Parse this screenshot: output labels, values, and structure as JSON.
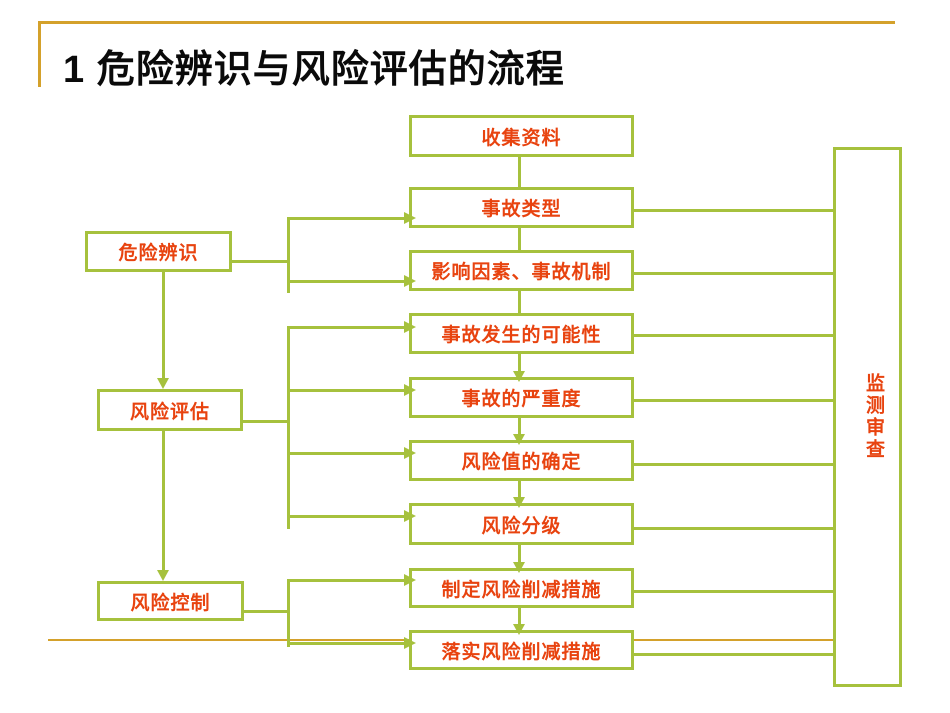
{
  "title": "1 危险辨识与风险评估的流程",
  "colors": {
    "line_green": "#a6c13d",
    "accent_gold": "#d4a12b",
    "text_red": "#e8430f",
    "title_black": "#0a0a0a",
    "background": "#ffffff"
  },
  "left_column": [
    {
      "label": "危险辨识"
    },
    {
      "label": "风险评估"
    },
    {
      "label": "风险控制"
    }
  ],
  "process_column": [
    {
      "label": "收集资料"
    },
    {
      "label": "事故类型"
    },
    {
      "label": "影响因素、事故机制"
    },
    {
      "label": "事故发生的可能性"
    },
    {
      "label": "事故的严重度"
    },
    {
      "label": "风险值的确定"
    },
    {
      "label": "风险分级"
    },
    {
      "label": "制定风险削减措施"
    },
    {
      "label": "落实风险削减措施"
    }
  ],
  "side_box": {
    "label": "监测审查"
  }
}
